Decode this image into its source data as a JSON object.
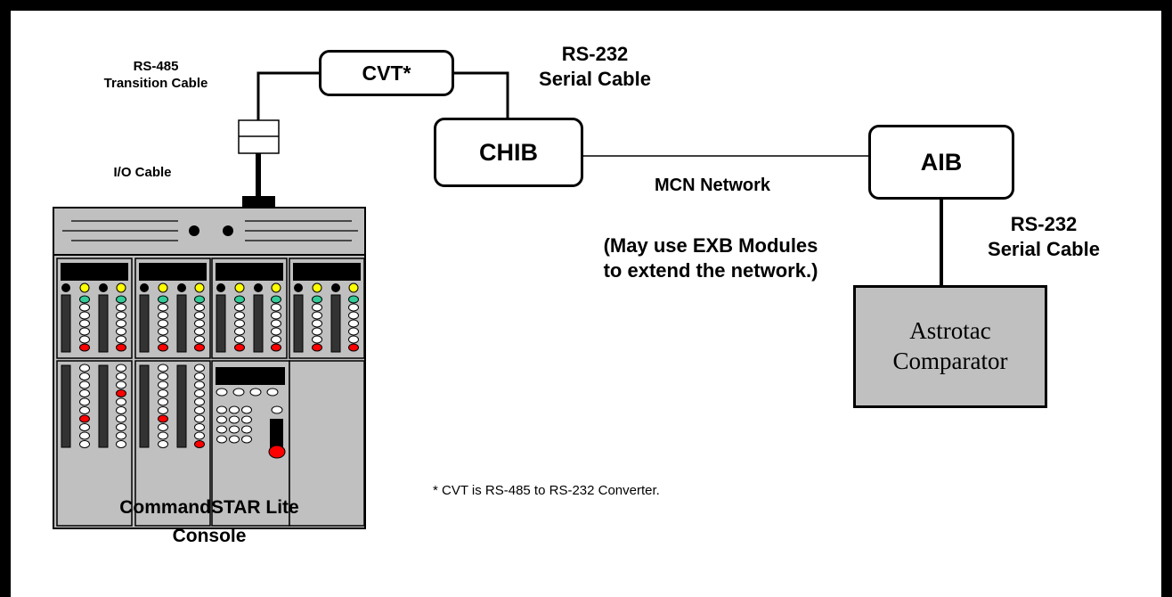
{
  "labels": {
    "rs485_line1": "RS-485",
    "rs485_line2": "Transition Cable",
    "io_cable": "I/O Cable",
    "cvt": "CVT*",
    "rs232_top_line1": "RS-232",
    "rs232_top_line2": "Serial Cable",
    "chib": "CHIB",
    "aib": "AIB",
    "mcn_network": "MCN Network",
    "exb_line1": "(May use EXB Modules",
    "exb_line2": "to extend the network.)",
    "rs232_right_line1": "RS-232",
    "rs232_right_line2": "Serial Cable",
    "comparator_line1": "Astrotac",
    "comparator_line2": "Comparator",
    "footnote": "* CVT is RS-485 to RS-232 Converter.",
    "console_line1": "CommandSTAR Lite",
    "console_line2": "Console"
  },
  "colors": {
    "console_gray": "#c0c0c0",
    "led_yellow": "#ffff00",
    "led_green": "#33cc99",
    "led_red": "#ff0000",
    "border": "#000000"
  }
}
